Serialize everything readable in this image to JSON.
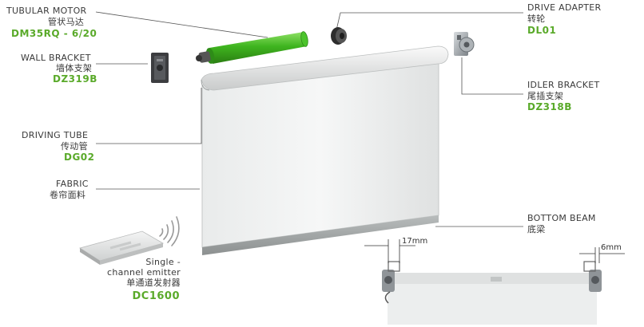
{
  "components": {
    "tubular_motor": {
      "name_en": "TUBULAR MOTOR",
      "name_cn": "管状马达",
      "code": "DM35RQ - 6/20"
    },
    "wall_bracket": {
      "name_en": "WALL BRACKET",
      "name_cn": "墙体支架",
      "code": "DZ319B"
    },
    "driving_tube": {
      "name_en": "DRIVING TUBE",
      "name_cn": "传动管",
      "code": "DG02"
    },
    "fabric": {
      "name_en": "FABRIC",
      "name_cn": "卷帘面料"
    },
    "drive_adapter": {
      "name_en": "DRIVE ADAPTER",
      "name_cn": "转轮",
      "code": "DL01"
    },
    "idler_bracket": {
      "name_en": "IDLER BRACKET",
      "name_cn": "尾插支架",
      "code": "DZ318B"
    },
    "bottom_beam": {
      "name_en": "BOTTOM BEAM",
      "name_cn": "底梁"
    },
    "emitter": {
      "line1": "Single -",
      "line2": "channel emitter",
      "name_cn": "单通道发射器",
      "code": "DC1600"
    }
  },
  "dimensions": {
    "left": "17mm",
    "right": "6mm"
  },
  "colors": {
    "accent_green": "#5aaa2a",
    "motor_green": "#4cc42c",
    "leader_line": "#555555"
  }
}
